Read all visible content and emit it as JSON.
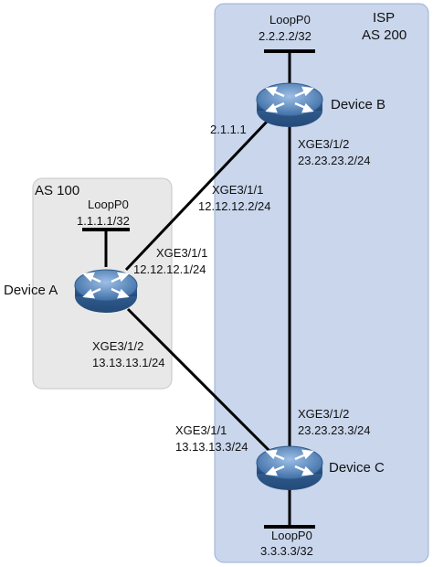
{
  "regions": {
    "isp": {
      "line1": "ISP",
      "line2": "AS 200",
      "fill": "#c9d6ec",
      "border": "#8ea3c9"
    },
    "as100": {
      "label": "AS 100",
      "fill": "#e8e8e8",
      "border": "#bdbdbd"
    }
  },
  "devices": {
    "a": {
      "name": "Device A",
      "loopback": {
        "name": "LoopP0",
        "ip": "1.1.1.1/32"
      }
    },
    "b": {
      "name": "Device B",
      "loopback": {
        "name": "LoopP0",
        "ip": "2.2.2.2/32"
      }
    },
    "c": {
      "name": "Device C",
      "loopback": {
        "name": "LoopP0",
        "ip": "3.3.3.3/32"
      }
    }
  },
  "links": {
    "a_b": {
      "a_if": "XGE3/1/1",
      "a_ip": "12.12.12.1/24",
      "b_if": "XGE3/1/1",
      "b_ip": "12.12.12.2/24",
      "b_peer_ip": "2.1.1.1"
    },
    "a_c": {
      "a_if": "XGE3/1/2",
      "a_ip": "13.13.13.1/24",
      "c_if": "XGE3/1/1",
      "c_ip": "13.13.13.3/24"
    },
    "b_c": {
      "b_if": "XGE3/1/2",
      "b_ip": "23.23.23.2/24",
      "c_if": "XGE3/1/2",
      "c_ip": "23.23.23.3/24"
    }
  },
  "colors": {
    "router_dark": "#3b6aa0",
    "router_light": "#7ea7d6",
    "router_top": "#5d8cc6",
    "link": "#000000"
  }
}
